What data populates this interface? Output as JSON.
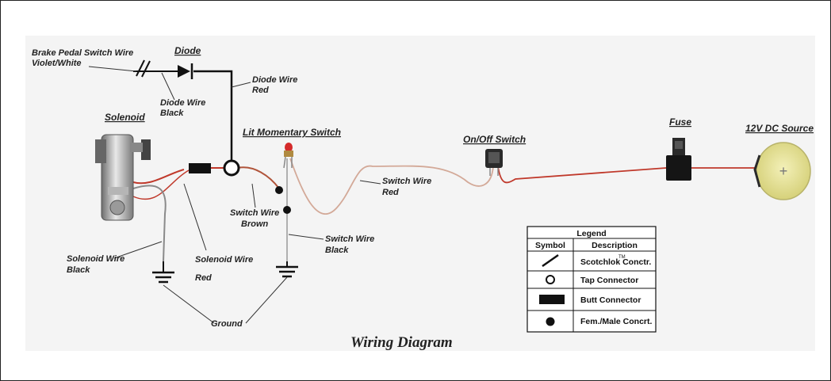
{
  "diagram": {
    "title": "Wiring Diagram",
    "components": {
      "diode": "Diode",
      "solenoid": "Solenoid",
      "lit_switch": "Lit Momentary Switch",
      "onoff_switch": "On/Off Switch",
      "fuse": "Fuse",
      "source": "12V DC Source",
      "source_symbol": "+"
    },
    "wire_labels": {
      "brake_1": "Brake Pedal Switch Wire",
      "brake_2": "Violet/White",
      "diode_black_1": "Diode Wire",
      "diode_black_2": "Black",
      "diode_red_1": "Diode Wire",
      "diode_red_2": "Red",
      "sol_black_1": "Solenoid Wire",
      "sol_black_2": "Black",
      "sol_red_1": "Solenoid Wire",
      "sol_red_2": "Red",
      "sw_brown_1": "Switch Wire",
      "sw_brown_2": "Brown",
      "sw_black_1": "Switch Wire",
      "sw_black_2": "Black",
      "sw_red_1": "Switch Wire",
      "sw_red_2": "Red",
      "ground": "Ground"
    },
    "legend": {
      "title": "Legend",
      "col_symbol": "Symbol",
      "col_description": "Description",
      "rows": [
        {
          "symbol": "scotchlok-icon",
          "description": "Scotchlok Conctr.",
          "note": "TM"
        },
        {
          "symbol": "tap-connector-icon",
          "description": "Tap Connector"
        },
        {
          "symbol": "butt-connector-icon",
          "description": "Butt Connector"
        },
        {
          "symbol": "fem-male-connector-icon",
          "description": "Fem./Male Concrt."
        }
      ]
    },
    "colors": {
      "wire_red": "#c0392b",
      "wire_gray": "#8a8a8a",
      "wire_black": "#111111",
      "source_fill": "#e6e29a",
      "background": "#f4f4f4"
    }
  }
}
